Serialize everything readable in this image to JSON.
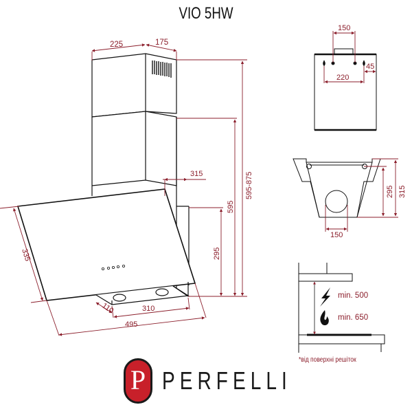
{
  "title": "VIO 5HW",
  "colors": {
    "dimension": "#8b1e2b",
    "outline": "#111111",
    "brand_red": "#c8202a",
    "brand_text": "#1a1a1a"
  },
  "side_view": {
    "dimensions": {
      "chimney_width": "225",
      "chimney_depth": "175",
      "height_range": "595-875",
      "height_595": "595",
      "offset_315": "315",
      "height_295": "295",
      "panel_height": "335",
      "base_depth": "110",
      "base_width": "310",
      "total_depth": "495"
    },
    "control_buttons_count": 5
  },
  "top_view": {
    "dimensions": {
      "bracket_width": "150",
      "hole_spacing": "220",
      "edge_offset": "45"
    }
  },
  "bottom_view": {
    "dimensions": {
      "outlet_diameter": "150",
      "inner_height": "295",
      "outer_height": "315"
    }
  },
  "clearance": {
    "electric_label": "min. 500",
    "gas_label": "min. 650",
    "electric_icon": "lightning-icon",
    "gas_icon": "flame-icon",
    "footnote": "*від поверхні решіток"
  },
  "brand": {
    "logo_letter": "P",
    "name": "PERFELLI"
  }
}
